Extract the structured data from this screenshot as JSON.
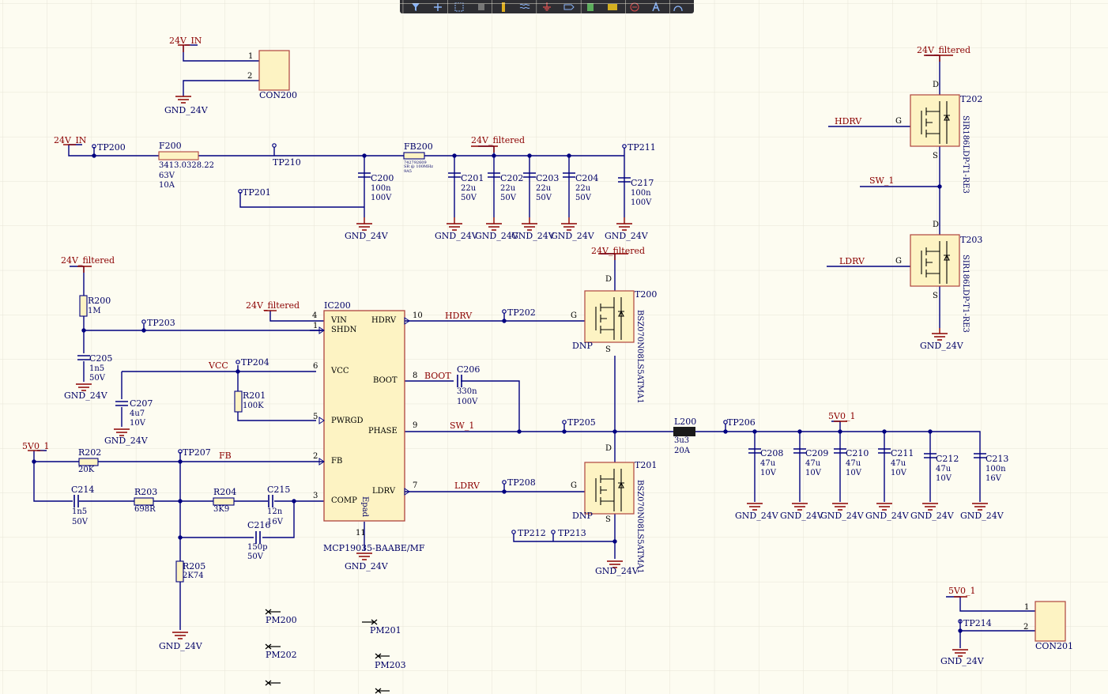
{
  "toolbar": {
    "tools": [
      "filter-icon",
      "add-icon",
      "select-box-icon",
      "pad-icon",
      "resistor-icon",
      "bus-icon",
      "ground-icon",
      "port-icon",
      "component-icon",
      "net-label-icon",
      "no-erc-icon",
      "text-icon",
      "arc-icon"
    ]
  },
  "colors": {
    "wire": "#000080",
    "net": "#8b0000",
    "body": "#fdf3c3",
    "bodyBorder": "#b0443c",
    "grid": "#e7e4d6",
    "ink": "#000066"
  },
  "labels": [
    [
      "24V_IN",
      214,
      46,
      "net"
    ],
    [
      "GND_24V",
      208,
      134,
      "des"
    ],
    [
      "CON200",
      328,
      115,
      "des"
    ],
    [
      "1",
      314,
      66,
      "pin"
    ],
    [
      "2",
      313,
      91,
      "pin"
    ],
    [
      "24V_IN",
      68,
      172,
      "net"
    ],
    [
      "TP200",
      123,
      181,
      "des"
    ],
    [
      "F200",
      201,
      179,
      "des"
    ],
    [
      "3413.0328.22",
      201,
      204,
      "val"
    ],
    [
      "63V",
      201,
      217,
      "val"
    ],
    [
      "10A",
      201,
      229,
      "val"
    ],
    [
      "TP210",
      345,
      200,
      "des"
    ],
    [
      "TP201",
      307,
      238,
      "des"
    ],
    [
      "C200",
      469,
      220,
      "des"
    ],
    [
      "100n",
      469,
      233,
      "val"
    ],
    [
      "100V",
      469,
      245,
      "val"
    ],
    [
      "GND_24V",
      436,
      293,
      "des"
    ],
    [
      "FB200",
      511,
      180,
      "des"
    ],
    [
      "742792609",
      511,
      200,
      "tiny"
    ],
    [
      "SR @ 100MHz",
      511,
      205,
      "tiny"
    ],
    [
      "9A5",
      511,
      211,
      "tiny"
    ],
    [
      "24V_filtered",
      596,
      172,
      "net"
    ],
    [
      "C201",
      583,
      220,
      "des"
    ],
    [
      "22u",
      583,
      233,
      "val"
    ],
    [
      "50V",
      583,
      245,
      "val"
    ],
    [
      "C202",
      633,
      220,
      "des"
    ],
    [
      "22u",
      633,
      233,
      "val"
    ],
    [
      "50V",
      633,
      245,
      "val"
    ],
    [
      "C203",
      678,
      220,
      "des"
    ],
    [
      "22u",
      678,
      233,
      "val"
    ],
    [
      "50V",
      678,
      245,
      "val"
    ],
    [
      "C204",
      728,
      220,
      "des"
    ],
    [
      "22u",
      728,
      233,
      "val"
    ],
    [
      "50V",
      728,
      245,
      "val"
    ],
    [
      "GND_24V",
      550,
      293,
      "des"
    ],
    [
      "GND_24V",
      601,
      293,
      "des"
    ],
    [
      "GND_24V",
      647,
      293,
      "des"
    ],
    [
      "GND_24V",
      697,
      293,
      "des"
    ],
    [
      "TP211",
      794,
      181,
      "des"
    ],
    [
      "C217",
      798,
      226,
      "des"
    ],
    [
      "100n",
      798,
      239,
      "val"
    ],
    [
      "100V",
      798,
      251,
      "val"
    ],
    [
      "GND_24V",
      765,
      293,
      "des"
    ],
    [
      "24V_filtered",
      1160,
      58,
      "net"
    ],
    [
      "D",
      1180,
      102,
      "pin"
    ],
    [
      "T202",
      1215,
      120,
      "des"
    ],
    [
      "G",
      1133,
      148,
      "pin"
    ],
    [
      "HDRV",
      1056,
      148,
      "net"
    ],
    [
      "S",
      1180,
      192,
      "pin"
    ],
    [
      "SW_1",
      1100,
      223,
      "net"
    ],
    [
      "D",
      1180,
      279,
      "pin"
    ],
    [
      "T203",
      1215,
      298,
      "des"
    ],
    [
      "G",
      1133,
      325,
      "pin"
    ],
    [
      "LDRV",
      1062,
      325,
      "net"
    ],
    [
      "S",
      1180,
      369,
      "pin"
    ],
    [
      "GND_24V",
      1164,
      432,
      "des"
    ],
    [
      "24V_filtered",
      77,
      324,
      "net"
    ],
    [
      "R200",
      111,
      375,
      "des"
    ],
    [
      "1M",
      111,
      388,
      "val"
    ],
    [
      "TP203",
      186,
      403,
      "des"
    ],
    [
      "C205",
      113,
      448,
      "des"
    ],
    [
      "1n5",
      113,
      461,
      "val"
    ],
    [
      "50V",
      113,
      473,
      "val"
    ],
    [
      "GND_24V",
      81,
      495,
      "des"
    ],
    [
      "C207",
      164,
      505,
      "des"
    ],
    [
      "4u7",
      164,
      518,
      "val"
    ],
    [
      "10V",
      164,
      530,
      "val"
    ],
    [
      "GND_24V",
      132,
      552,
      "des"
    ],
    [
      "24V_filtered",
      311,
      381,
      "net"
    ],
    [
      "IC200",
      410,
      381,
      "des"
    ],
    [
      "4",
      395,
      394,
      "pin"
    ],
    [
      "1",
      396,
      407,
      "pin"
    ],
    [
      "VIN",
      419,
      400,
      "pin"
    ],
    [
      "SHDN",
      419,
      412,
      "pin"
    ],
    [
      "HDRV",
      470,
      400,
      "pin"
    ],
    [
      "10",
      522,
      394,
      "pin"
    ],
    [
      "HDRV",
      563,
      394,
      "net"
    ],
    [
      "TP202",
      642,
      390,
      "des"
    ],
    [
      "24V_filtered",
      748,
      312,
      "net"
    ],
    [
      "D",
      766,
      348,
      "pin"
    ],
    [
      "T200",
      803,
      367,
      "des"
    ],
    [
      "G",
      722,
      394,
      "pin"
    ],
    [
      "DNP",
      724,
      432,
      "des"
    ],
    [
      "S",
      766,
      437,
      "pin"
    ],
    [
      "VCC",
      264,
      457,
      "net"
    ],
    [
      "TP204",
      305,
      453,
      "des"
    ],
    [
      "6",
      396,
      458,
      "pin"
    ],
    [
      "VCC",
      419,
      464,
      "pin"
    ],
    [
      "BOOT",
      472,
      476,
      "pin"
    ],
    [
      "8",
      522,
      470,
      "pin"
    ],
    [
      "BOOT",
      537,
      470,
      "net"
    ],
    [
      "C206",
      578,
      462,
      "des"
    ],
    [
      "330n",
      578,
      490,
      "val"
    ],
    [
      "100V",
      578,
      503,
      "val"
    ],
    [
      "R201",
      307,
      495,
      "des"
    ],
    [
      "100K",
      307,
      508,
      "val"
    ],
    [
      "5",
      396,
      522,
      "pin"
    ],
    [
      "PWRGD",
      419,
      527,
      "pin"
    ],
    [
      "PHASE",
      466,
      540,
      "pin"
    ],
    [
      "9",
      522,
      533,
      "pin"
    ],
    [
      "SW_1",
      569,
      533,
      "net"
    ],
    [
      "TP205",
      718,
      529,
      "des"
    ],
    [
      "L200",
      853,
      528,
      "des"
    ],
    [
      "3u3",
      853,
      552,
      "val"
    ],
    [
      "20A",
      853,
      565,
      "val"
    ],
    [
      "TP206",
      920,
      529,
      "des"
    ],
    [
      "5V0_1",
      1048,
      521,
      "net"
    ],
    [
      "C208",
      962,
      568,
      "des"
    ],
    [
      "47u",
      962,
      581,
      "val"
    ],
    [
      "10V",
      962,
      593,
      "val"
    ],
    [
      "C209",
      1019,
      568,
      "des"
    ],
    [
      "47u",
      1019,
      581,
      "val"
    ],
    [
      "10V",
      1019,
      593,
      "val"
    ],
    [
      "C210",
      1070,
      568,
      "des"
    ],
    [
      "47u",
      1070,
      581,
      "val"
    ],
    [
      "10V",
      1070,
      593,
      "val"
    ],
    [
      "C211",
      1127,
      568,
      "des"
    ],
    [
      "47u",
      1127,
      581,
      "val"
    ],
    [
      "10V",
      1127,
      593,
      "val"
    ],
    [
      "C212",
      1184,
      575,
      "des"
    ],
    [
      "47u",
      1184,
      588,
      "val"
    ],
    [
      "10V",
      1184,
      600,
      "val"
    ],
    [
      "C213",
      1247,
      575,
      "des"
    ],
    [
      "100n",
      1247,
      588,
      "val"
    ],
    [
      "16V",
      1247,
      600,
      "val"
    ],
    [
      "GND_24V",
      930,
      647,
      "des"
    ],
    [
      "GND_24V",
      987,
      647,
      "des"
    ],
    [
      "GND_24V",
      1038,
      647,
      "des"
    ],
    [
      "GND_24V",
      1095,
      647,
      "des"
    ],
    [
      "GND_24V",
      1152,
      647,
      "des"
    ],
    [
      "GND_24V",
      1215,
      647,
      "des"
    ],
    [
      "5V0_1",
      28,
      559,
      "net"
    ],
    [
      "R202",
      99,
      567,
      "des"
    ],
    [
      "20K",
      99,
      589,
      "val"
    ],
    [
      "TP207",
      231,
      567,
      "des"
    ],
    [
      "FB",
      277,
      571,
      "net"
    ],
    [
      "2",
      396,
      572,
      "pin"
    ],
    [
      "FB",
      419,
      578,
      "pin"
    ],
    [
      "C214",
      90,
      614,
      "des"
    ],
    [
      "1n5",
      91,
      642,
      "val"
    ],
    [
      "50V",
      91,
      655,
      "val"
    ],
    [
      "R203",
      170,
      617,
      "des"
    ],
    [
      "698R",
      170,
      639,
      "val"
    ],
    [
      "R204",
      270,
      617,
      "des"
    ],
    [
      "3K9",
      270,
      639,
      "val"
    ],
    [
      "C215",
      338,
      614,
      "des"
    ],
    [
      "12n",
      338,
      642,
      "val"
    ],
    [
      "16V",
      338,
      655,
      "val"
    ],
    [
      "3",
      396,
      622,
      "pin"
    ],
    [
      "COMP",
      419,
      628,
      "pin"
    ],
    [
      "C216",
      313,
      659,
      "des"
    ],
    [
      "150p",
      313,
      687,
      "val"
    ],
    [
      "50V",
      313,
      699,
      "val"
    ],
    [
      "R205",
      231,
      711,
      "des"
    ],
    [
      "2K74",
      231,
      723,
      "val"
    ],
    [
      "GND_24V",
      201,
      812,
      "des"
    ],
    [
      "LDRV",
      471,
      616,
      "pin"
    ],
    [
      "7",
      522,
      609,
      "pin"
    ],
    [
      "LDRV",
      575,
      609,
      "net"
    ],
    [
      "TP208",
      642,
      605,
      "des"
    ],
    [
      "G",
      722,
      609,
      "pin"
    ],
    [
      "T201",
      803,
      583,
      "des"
    ],
    [
      "D",
      766,
      562,
      "pin"
    ],
    [
      "DNP",
      724,
      647,
      "des"
    ],
    [
      "S",
      766,
      652,
      "pin"
    ],
    [
      "11",
      450,
      669,
      "pin"
    ],
    [
      "MCP19035-BAABE/MF",
      409,
      688,
      "des"
    ],
    [
      "GND_24V",
      436,
      711,
      "des"
    ],
    [
      "TP212",
      655,
      669,
      "des"
    ],
    [
      "TP213",
      706,
      669,
      "des"
    ],
    [
      "GND_24V",
      753,
      717,
      "des"
    ],
    [
      "PM200",
      336,
      779,
      "des"
    ],
    [
      "PM201",
      468,
      792,
      "des"
    ],
    [
      "PM202",
      336,
      823,
      "des"
    ],
    [
      "PM203",
      474,
      836,
      "des"
    ],
    [
      "5V0_1",
      1200,
      742,
      "net"
    ],
    [
      "1",
      1296,
      763,
      "pin"
    ],
    [
      "TP214",
      1219,
      783,
      "des"
    ],
    [
      "2",
      1295,
      788,
      "pin"
    ],
    [
      "GND_24V",
      1190,
      831,
      "des"
    ],
    [
      "CON201",
      1310,
      812,
      "des"
    ]
  ],
  "vertical_labels": [
    [
      "SIR186LDP-T1-RE3",
      1215,
      146
    ],
    [
      "SIR186LDP-T1-RE3",
      1215,
      322
    ],
    [
      "BSZ070N08LS5ATMA1",
      803,
      392
    ],
    [
      "BSZ070N08LS5ATMA1",
      803,
      607
    ],
    [
      "Epad",
      455,
      628
    ]
  ]
}
